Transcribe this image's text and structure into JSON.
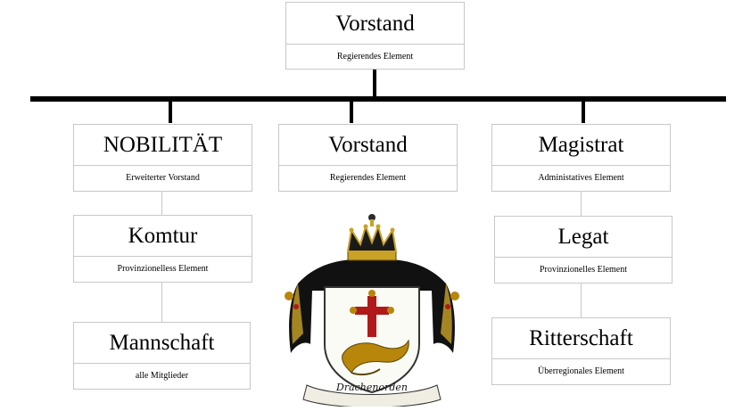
{
  "top": {
    "title": "Vorstand",
    "subtitle": "Regierendes Element"
  },
  "left": {
    "head": {
      "title": "NOBILITÄT",
      "subtitle": "Erweiterter Vorstand"
    },
    "mid": {
      "title": "Komtur",
      "subtitle": "Provinzionelless Element"
    },
    "bottom": {
      "title": "Mannschaft",
      "subtitle": "alle Mitglieder"
    }
  },
  "center": {
    "head": {
      "title": "Vorstand",
      "subtitle": "Regierendes Element"
    }
  },
  "right": {
    "head": {
      "title": "Magistrat",
      "subtitle": "Administatives Element"
    },
    "mid": {
      "title": "Legat",
      "subtitle": "Provinzionelles Element"
    },
    "bottom": {
      "title": "Ritterschaft",
      "subtitle": "Überregionales Element"
    }
  },
  "crest": {
    "motto": "Drachenorden",
    "icon": "coat-of-arms-icon"
  },
  "colors": {
    "line": "#000000",
    "border": "#c8c8c8",
    "crown": "#d4a017",
    "cloak": "#111111",
    "cross": "#b01a1a",
    "dragon": "#b8860b"
  }
}
